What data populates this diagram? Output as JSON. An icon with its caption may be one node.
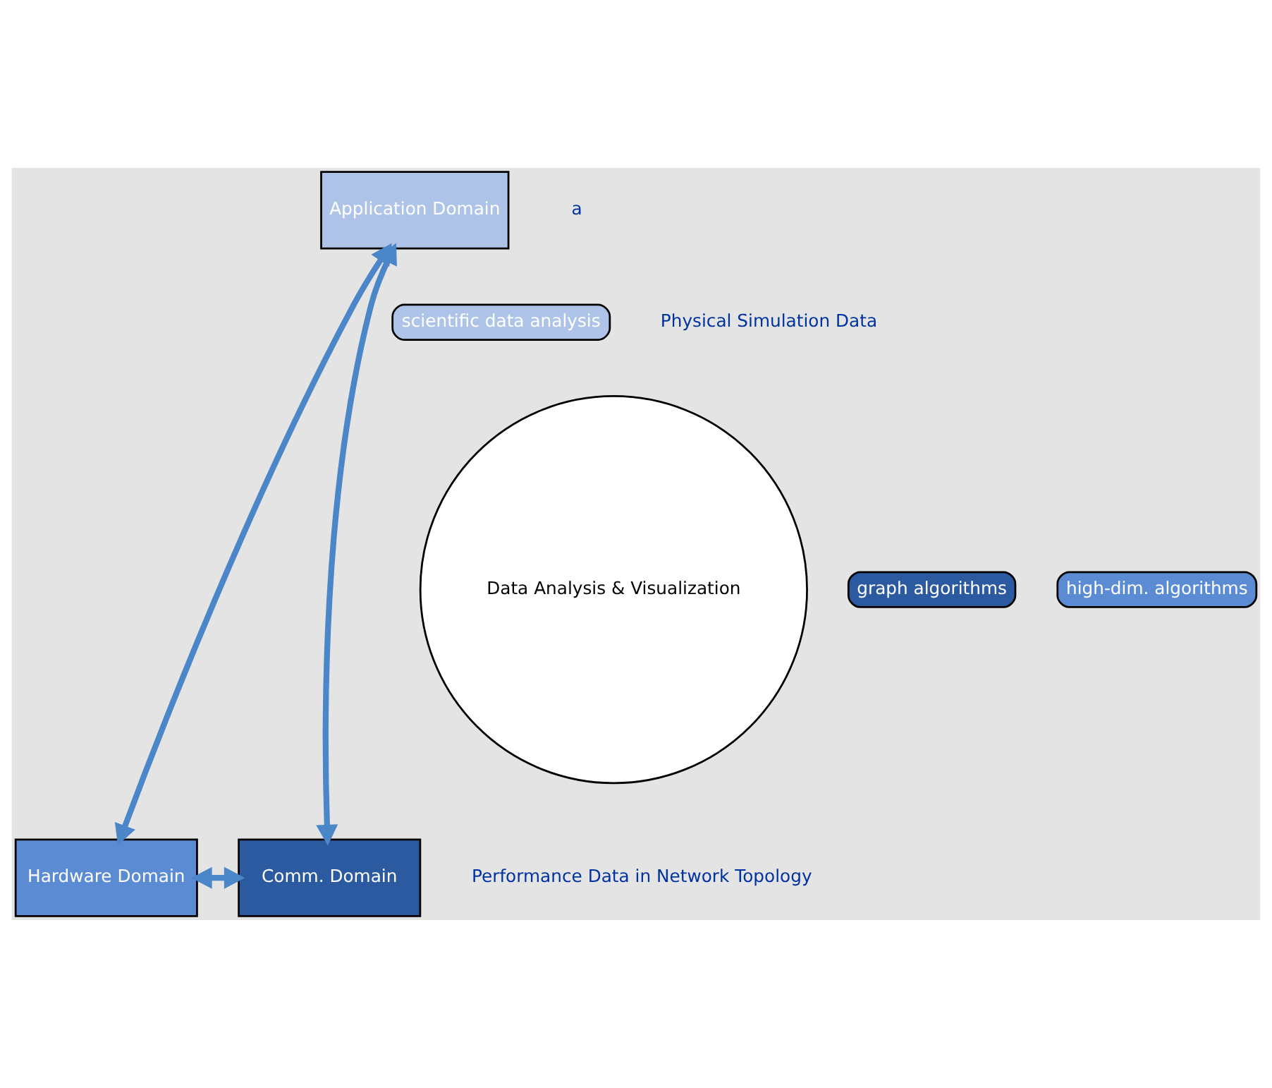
{
  "diagram": {
    "nodes": [
      {
        "text": [
          "Application Domain"
        ]
      },
      {
        "text": [
          "Hardware Domain"
        ]
      },
      {
        "text": [
          "Comm. Domain"
        ]
      },
      {
        "text": [
          "Data Analysis & Visualization"
        ]
      },
      {
        "text": [
          "scientific data analysis"
        ]
      },
      {
        "text": [
          "graph algorithms"
        ]
      },
      {
        "text": [
          "high-dim. algorithms"
        ]
      }
    ],
    "edges": [
      {
        "from": 0,
        "to": 1,
        "arrow": "both"
      },
      {
        "from": 0,
        "to": 2,
        "arrow": "both"
      },
      {
        "from": 1,
        "to": 2,
        "arrow": "both"
      }
    ],
    "labels": [
      "a",
      "Physical Simulation Data",
      "Performance Data in Network Topology"
    ]
  }
}
